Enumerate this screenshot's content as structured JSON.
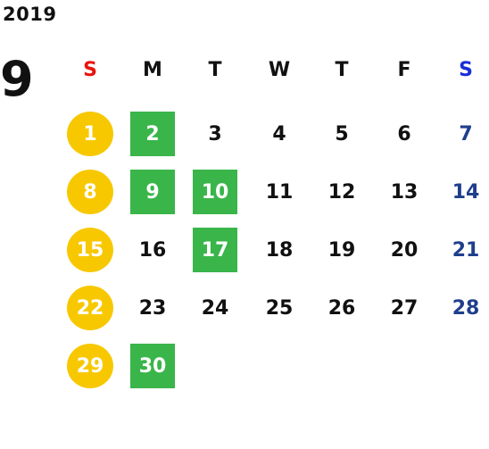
{
  "year": "2019",
  "month": "9",
  "colors": {
    "sunday_header": "#e8140c",
    "saturday_header": "#1a2fd6",
    "saturday_date": "#1f3f8c",
    "weekday_date": "#111111",
    "sunday_circle": "#f7c800",
    "highlight_box": "#3ab54a"
  },
  "weekday_headers": [
    "S",
    "M",
    "T",
    "W",
    "T",
    "F",
    "S"
  ],
  "weeks": [
    [
      {
        "day": "1",
        "style": "circle"
      },
      {
        "day": "2",
        "style": "box"
      },
      {
        "day": "3",
        "style": "plain"
      },
      {
        "day": "4",
        "style": "plain"
      },
      {
        "day": "5",
        "style": "plain"
      },
      {
        "day": "6",
        "style": "plain"
      },
      {
        "day": "7",
        "style": "saturday"
      }
    ],
    [
      {
        "day": "8",
        "style": "circle"
      },
      {
        "day": "9",
        "style": "box"
      },
      {
        "day": "10",
        "style": "box"
      },
      {
        "day": "11",
        "style": "plain"
      },
      {
        "day": "12",
        "style": "plain"
      },
      {
        "day": "13",
        "style": "plain"
      },
      {
        "day": "14",
        "style": "saturday"
      }
    ],
    [
      {
        "day": "15",
        "style": "circle"
      },
      {
        "day": "16",
        "style": "plain"
      },
      {
        "day": "17",
        "style": "box"
      },
      {
        "day": "18",
        "style": "plain"
      },
      {
        "day": "19",
        "style": "plain"
      },
      {
        "day": "20",
        "style": "plain"
      },
      {
        "day": "21",
        "style": "saturday"
      }
    ],
    [
      {
        "day": "22",
        "style": "circle"
      },
      {
        "day": "23",
        "style": "plain"
      },
      {
        "day": "24",
        "style": "plain"
      },
      {
        "day": "25",
        "style": "plain"
      },
      {
        "day": "26",
        "style": "plain"
      },
      {
        "day": "27",
        "style": "plain"
      },
      {
        "day": "28",
        "style": "saturday"
      }
    ],
    [
      {
        "day": "29",
        "style": "circle"
      },
      {
        "day": "30",
        "style": "box"
      }
    ]
  ]
}
